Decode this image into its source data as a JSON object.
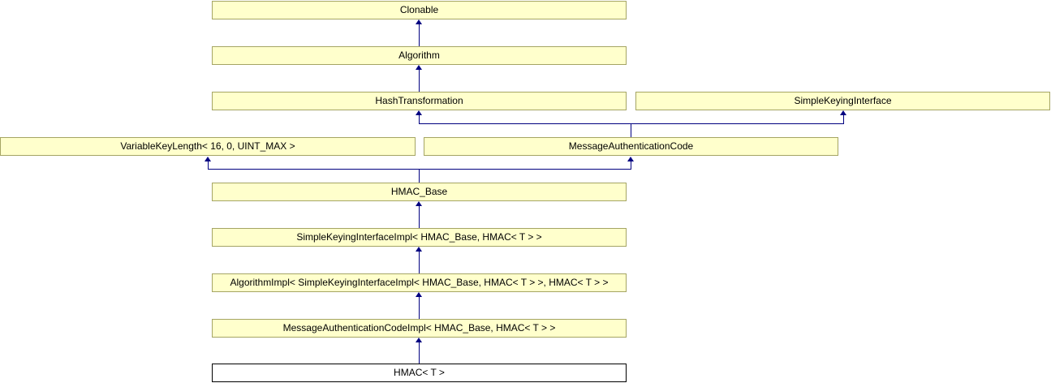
{
  "diagram": {
    "type": "class-inheritance-diagram",
    "subject": "HMAC< T >",
    "colors": {
      "node_fill": "#FFFFCC",
      "node_border": "#A5A564",
      "current_node_fill": "#FFFFFF",
      "current_node_border": "#000000",
      "edge": "#000080",
      "text": "#000000",
      "background": "#FFFFFF"
    },
    "nodes": [
      {
        "label": "Clonable",
        "current": false
      },
      {
        "label": "Algorithm",
        "current": false
      },
      {
        "label": "HashTransformation",
        "current": false
      },
      {
        "label": "SimpleKeyingInterface",
        "current": false
      },
      {
        "label": "VariableKeyLength< 16, 0, UINT_MAX >",
        "current": false
      },
      {
        "label": "MessageAuthenticationCode",
        "current": false
      },
      {
        "label": "HMAC_Base",
        "current": false
      },
      {
        "label": "SimpleKeyingInterfaceImpl< HMAC_Base, HMAC< T > >",
        "current": false
      },
      {
        "label": "AlgorithmImpl< SimpleKeyingInterfaceImpl< HMAC_Base, HMAC< T > >, HMAC< T > >",
        "current": false
      },
      {
        "label": "MessageAuthenticationCodeImpl< HMAC_Base, HMAC< T > >",
        "current": false
      },
      {
        "label": "HMAC< T >",
        "current": true
      }
    ],
    "edges": [
      {
        "from": "Algorithm",
        "to": "Clonable"
      },
      {
        "from": "HashTransformation",
        "to": "Algorithm"
      },
      {
        "from": "MessageAuthenticationCode",
        "to": "HashTransformation"
      },
      {
        "from": "MessageAuthenticationCode",
        "to": "SimpleKeyingInterface"
      },
      {
        "from": "HMAC_Base",
        "to": "VariableKeyLength< 16, 0, UINT_MAX >"
      },
      {
        "from": "HMAC_Base",
        "to": "MessageAuthenticationCode"
      },
      {
        "from": "SimpleKeyingInterfaceImpl< HMAC_Base, HMAC< T > >",
        "to": "HMAC_Base"
      },
      {
        "from": "AlgorithmImpl< SimpleKeyingInterfaceImpl< HMAC_Base, HMAC< T > >, HMAC< T > >",
        "to": "SimpleKeyingInterfaceImpl< HMAC_Base, HMAC< T > >"
      },
      {
        "from": "MessageAuthenticationCodeImpl< HMAC_Base, HMAC< T > >",
        "to": "AlgorithmImpl< SimpleKeyingInterfaceImpl< HMAC_Base, HMAC< T > >, HMAC< T > >"
      },
      {
        "from": "HMAC< T >",
        "to": "MessageAuthenticationCodeImpl< HMAC_Base, HMAC< T > >"
      }
    ]
  }
}
